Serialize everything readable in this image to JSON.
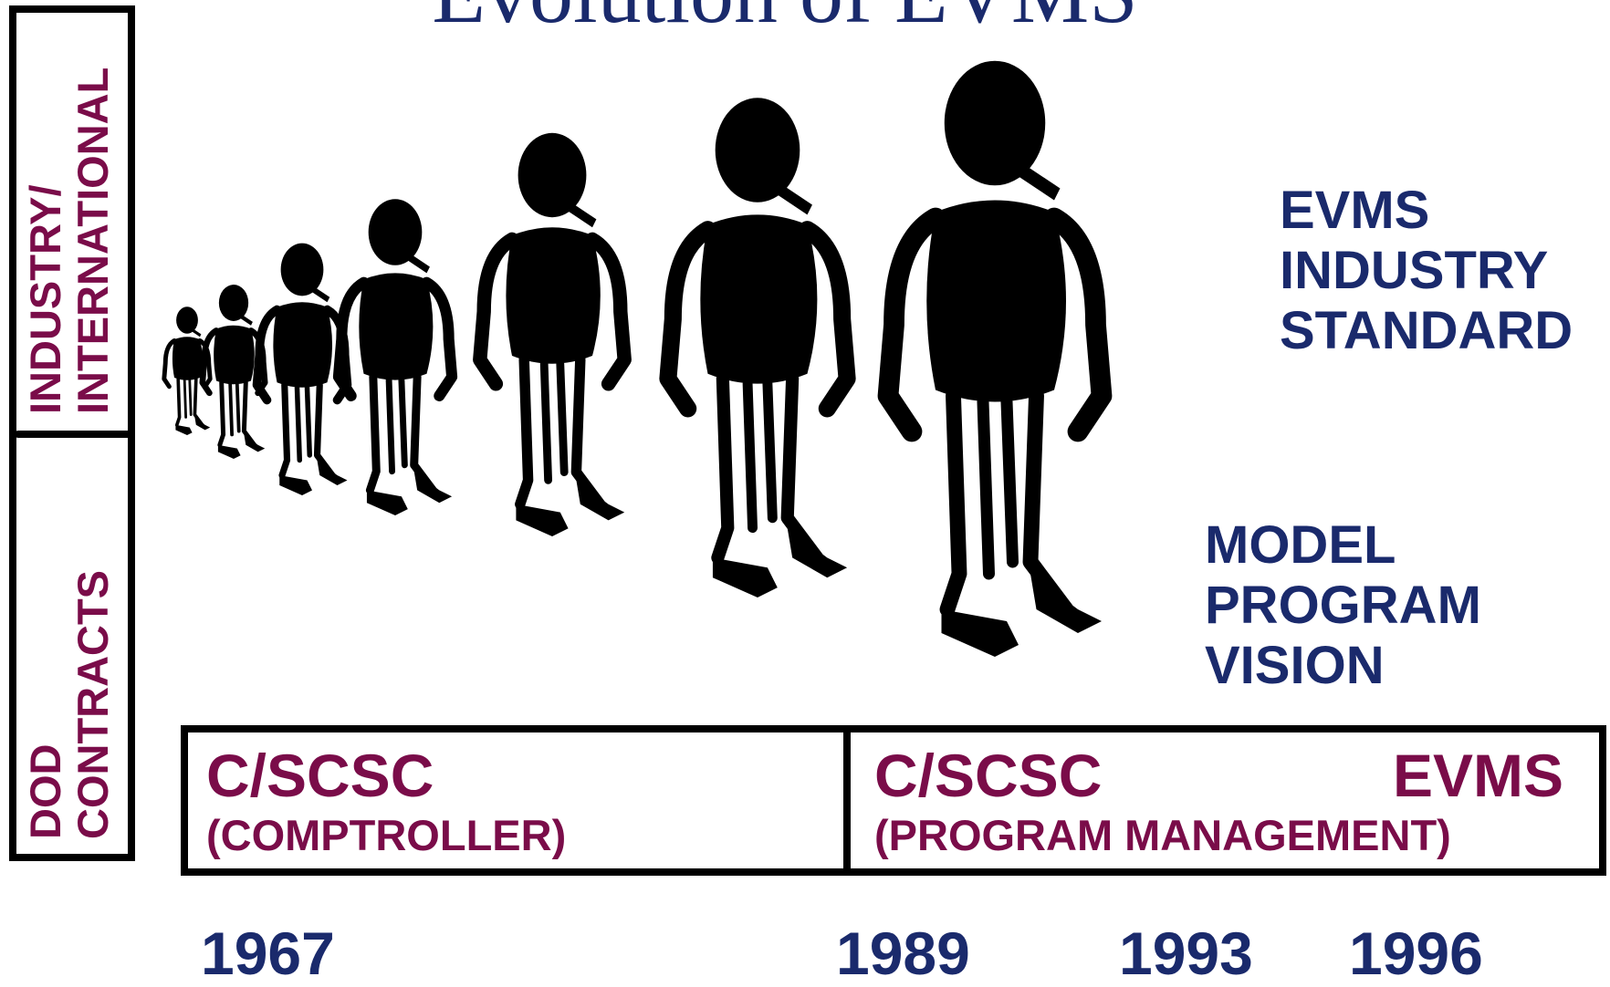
{
  "title": "Evolution of EVMS",
  "side_labels": {
    "top": [
      "INDUSTRY/",
      "INTERNATIONAL"
    ],
    "bottom": [
      "DOD",
      "CONTRACTS"
    ]
  },
  "callouts": {
    "standard": [
      "EVMS",
      "INDUSTRY",
      "STANDARD"
    ],
    "vision": [
      "MODEL",
      "PROGRAM",
      "VISION"
    ]
  },
  "timeline": {
    "segment1": {
      "heading": "C/SCSC",
      "subheading": "(COMPTROLLER)"
    },
    "segment2": {
      "heading": "C/SCSC",
      "subheading": "(PROGRAM MANAGEMENT)",
      "right_heading": "EVMS"
    }
  },
  "years": [
    "1967",
    "1989",
    "1993",
    "1996"
  ],
  "colors": {
    "navy": "#1a2a6c",
    "maroon": "#7a0c49",
    "figure": "#000000"
  },
  "figures": [
    {
      "name": "figure-1",
      "scale": 1
    },
    {
      "name": "figure-2",
      "scale": 2
    },
    {
      "name": "figure-3",
      "scale": 3
    },
    {
      "name": "figure-4",
      "scale": 4
    },
    {
      "name": "figure-5",
      "scale": 5
    },
    {
      "name": "figure-6",
      "scale": 6
    },
    {
      "name": "figure-7",
      "scale": 7
    }
  ]
}
